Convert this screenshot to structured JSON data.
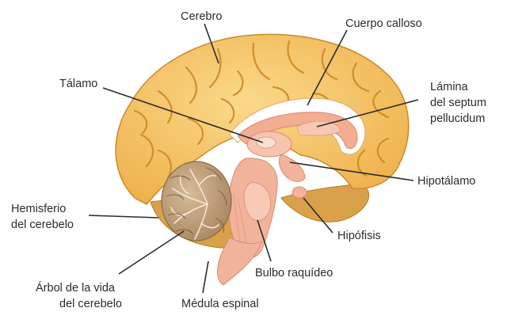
{
  "labels": {
    "cerebro": "Cerebro",
    "cuerpo_calloso": "Cuerpo calloso",
    "talamo": "Tálamo",
    "lamina_line1": "Lámina",
    "lamina_line2": "del septum",
    "lamina_line3": "pellucidum",
    "hipotalamo": "Hipotálamo",
    "hemisferio_line1": "Hemisferio",
    "hemisferio_line2": "del cerebelo",
    "hipofisis": "Hipófisis",
    "bulbo": "Bulbo raquídeo",
    "arbol_line1": "Árbol de la vida",
    "arbol_line2": "del cerebelo",
    "medula": "Médula espinal"
  },
  "colors": {
    "cortex": "#f6c15c",
    "cortex_dark": "#d99a2c",
    "cerebellum": "#b99a74",
    "cerebellum_dark": "#8c6a45",
    "brainstem": "#f3b9a2",
    "brainstem_dark": "#d98a73",
    "thalamus": "#f5b7a3",
    "text": "#2b2b2b",
    "leader": "#2b2b2b"
  }
}
